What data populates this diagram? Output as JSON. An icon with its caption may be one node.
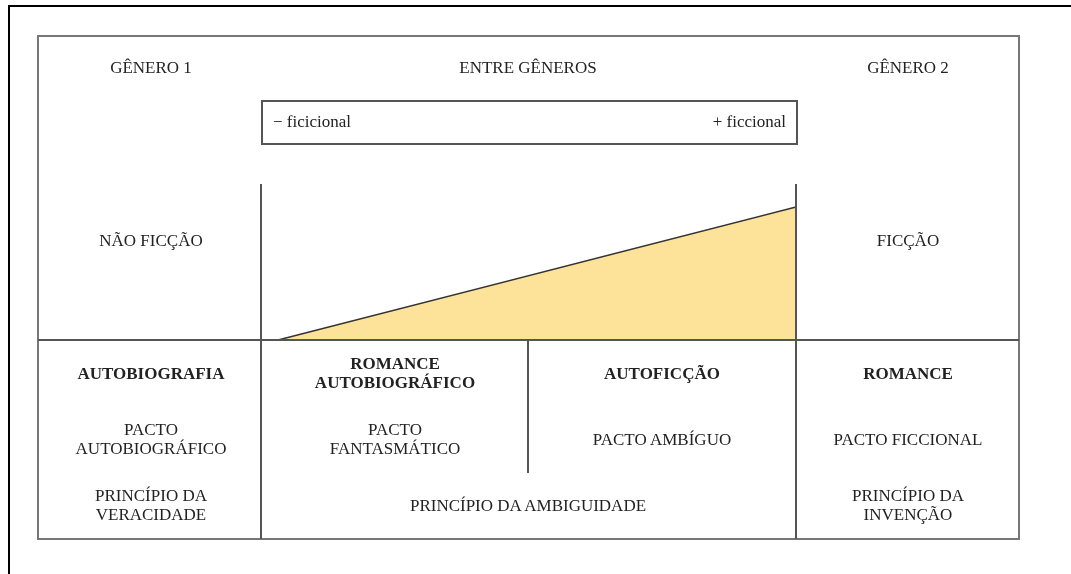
{
  "diagram": {
    "nodes": [
      {
        "text": [
          "− ficicional",
          "+ ficcional"
        ]
      },
      {
        "text": [],
        "shape": "triangle"
      }
    ],
    "labels": [
      "GÊNERO 1",
      "ENTRE GÊNEROS",
      "GÊNERO 2",
      "NÃO FICÇÃO",
      "FICÇÃO",
      "AUTOBIOGRAFIA",
      "ROMANCE AUTOBIOGRÁFICO",
      "AUTOFICÇÃO",
      "ROMANCE",
      "PACTO AUTOBIOGRÁFICO",
      "PACTO FANTASMÁTICO",
      "PACTO AMBÍGUO",
      "PACTO FICCIONAL",
      "PRINCÍPIO DA VERACIDADE",
      "PRINCÍPIO DA AMBIGUIDADE",
      "PRINCÍPIO DA INVENÇÃO"
    ]
  }
}
